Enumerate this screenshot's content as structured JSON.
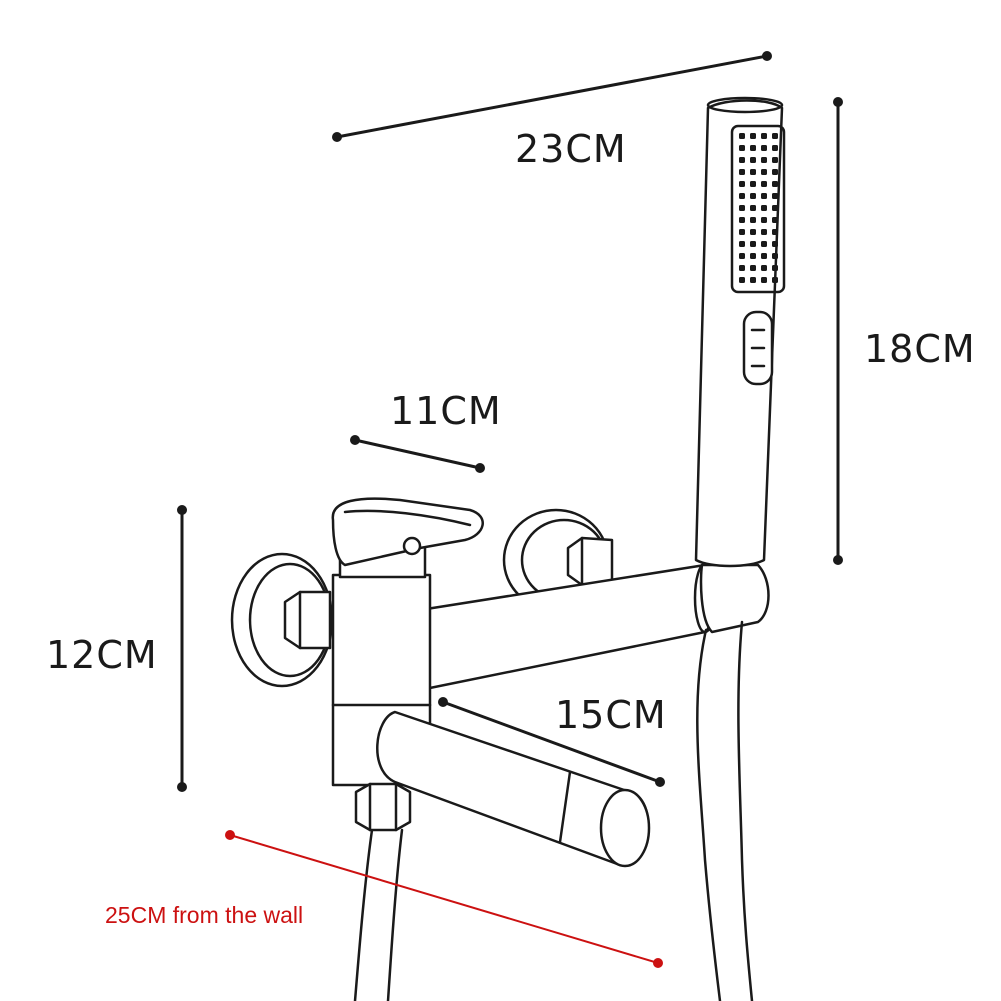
{
  "dimensions": {
    "overall_width": "23CM",
    "handshower_length": "18CM",
    "lever_length": "11CM",
    "body_height": "12CM",
    "spout_length": "15CM",
    "wall_distance": "25CM from the wall"
  },
  "colors": {
    "line": "#1a1a1a",
    "accent_red": "#cc1111",
    "background": "#ffffff"
  }
}
